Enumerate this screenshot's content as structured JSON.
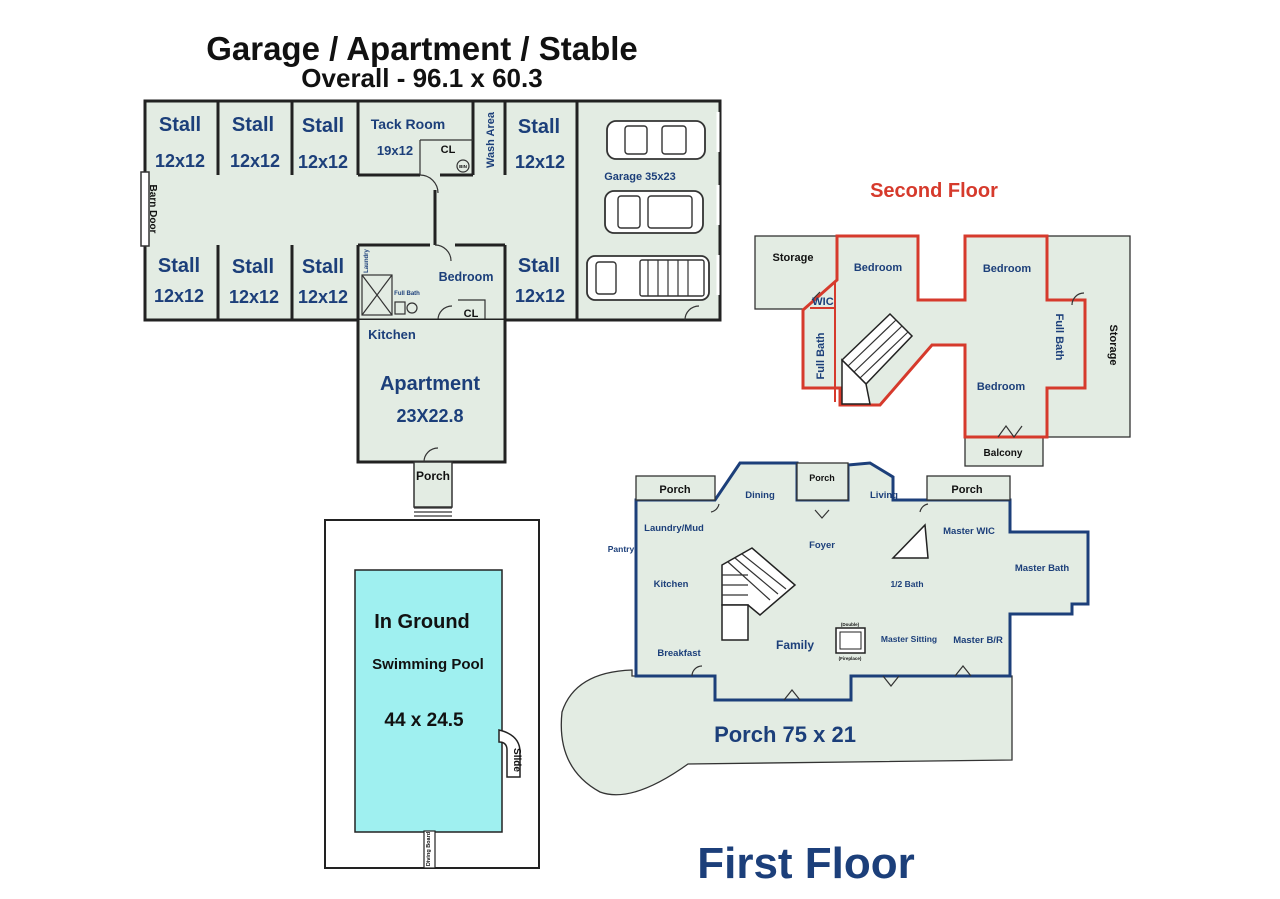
{
  "colors": {
    "room_fill": "#e3ece3",
    "pool_water": "#9ff0f0",
    "first_floor_wall": "#1c3f7a",
    "second_floor_wall": "#d63a2c",
    "label_blue": "#1c3f7a",
    "title_black": "#111111"
  },
  "header": {
    "title": "Garage / Apartment  / Stable",
    "subtitle": "Overall - 96.1 x 60.3"
  },
  "stable": {
    "stall_label": "Stall",
    "stall_size": "12x12",
    "tack_room": "Tack Room",
    "tack_room_size": "19x12",
    "closet": "CL",
    "wash_area": "Wash Area",
    "barn_door": "Barn Door",
    "bin": "BIN",
    "laundry": "Laundry",
    "full_bath": "Full Bath",
    "bedroom": "Bedroom",
    "closet2": "CL",
    "kitchen": "Kitchen",
    "garage": "Garage  35x23"
  },
  "apartment": {
    "name": "Apartment",
    "size": "23X22.8",
    "porch": "Porch"
  },
  "pool": {
    "line1": "In Ground",
    "line2": "Swimming Pool",
    "size": "44 x 24.5",
    "slide": "Slide",
    "diving_board": "Diving Board"
  },
  "second_floor": {
    "title": "Second Floor",
    "storage_left": "Storage",
    "bedroom_1": "Bedroom",
    "bedroom_2": "Bedroom",
    "bedroom_3": "Bedroom",
    "wic": "WIC",
    "full_bath_left": "Full Bath",
    "full_bath_right": "Full Bath",
    "storage_right": "Storage",
    "balcony": "Balcony"
  },
  "first_floor": {
    "title": "First Floor",
    "porch_left": "Porch",
    "dining": "Dining",
    "porch_center": "Porch",
    "living": "Living",
    "porch_right": "Porch",
    "laundry_mud": "Laundry/Mud",
    "pantry": "Pantry",
    "foyer": "Foyer",
    "master_wic": "Master WIC",
    "master_bath": "Master Bath",
    "kitchen": "Kitchen",
    "half_bath": "1/2 Bath",
    "breakfast": "Breakfast",
    "family": "Family",
    "fireplace_top": "(Double)",
    "fireplace_bottom": "(Fireplace)",
    "master_sitting": "Master Sitting",
    "master_br": "Master B/R",
    "porch_big": "Porch  75 x 21"
  }
}
